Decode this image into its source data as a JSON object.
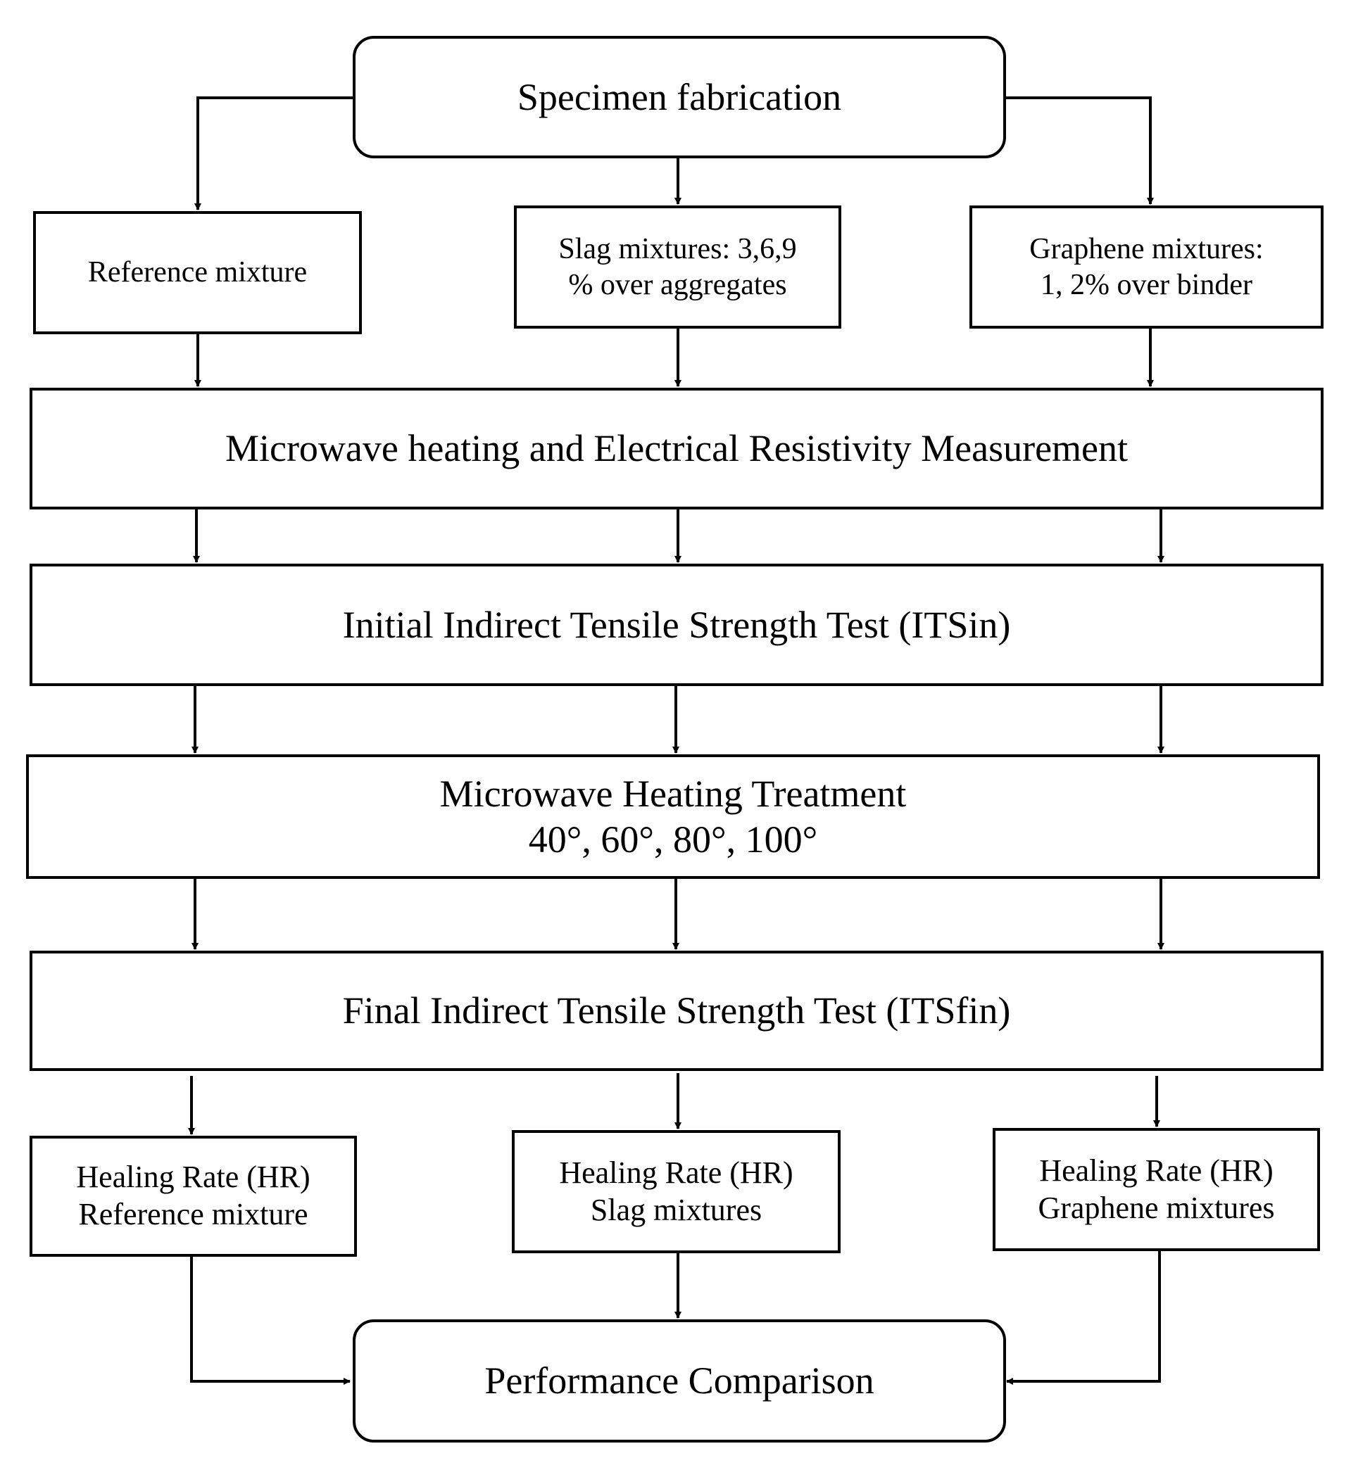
{
  "diagram": {
    "start": {
      "label": "Specimen fabrication"
    },
    "branches": {
      "reference": {
        "label": "Reference mixture"
      },
      "slag": {
        "line1": "Slag mixtures: 3,6,9",
        "line2": "% over aggregates"
      },
      "graphene": {
        "line1": "Graphene mixtures:",
        "line2": "1, 2% over binder"
      }
    },
    "steps": {
      "microwave_resistivity": "Microwave heating and Electrical Resistivity Measurement",
      "initial_its": "Initial Indirect Tensile Strength Test (ITSin)",
      "heating_treatment": {
        "line1": "Microwave Heating Treatment",
        "line2": "40°, 60°, 80°, 100°"
      },
      "final_its": "Final Indirect Tensile Strength Test (ITSfin)"
    },
    "healing": {
      "reference": {
        "line1": "Healing Rate (HR)",
        "line2": "Reference mixture"
      },
      "slag": {
        "line1": "Healing Rate (HR)",
        "line2": "Slag mixtures"
      },
      "graphene": {
        "line1": "Healing Rate (HR)",
        "line2": "Graphene mixtures"
      }
    },
    "end": {
      "label": "Performance Comparison"
    }
  }
}
